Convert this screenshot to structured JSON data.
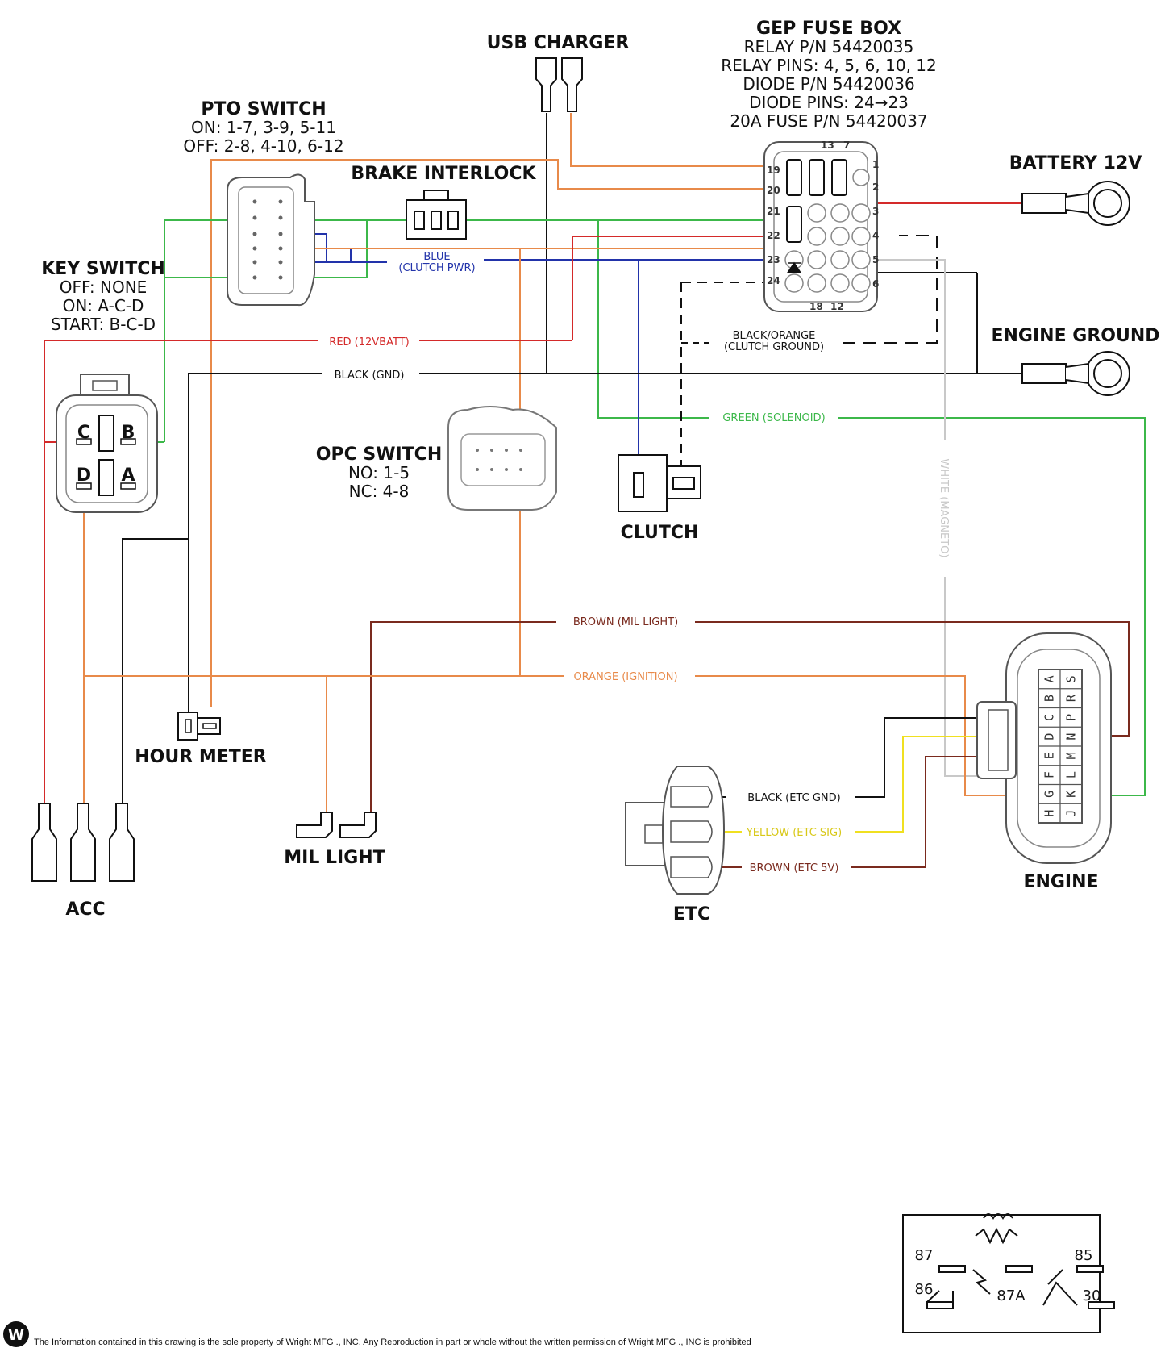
{
  "colors": {
    "red": "#d42a2a",
    "black": "#111111",
    "green": "#3cb84a",
    "blue": "#2233aa",
    "orange": "#e88a4a",
    "brown": "#7a2a1e",
    "yellow": "#f0e020",
    "white_wire": "#c8c8c8",
    "connector_stroke": "#555555"
  },
  "components": {
    "usb_charger": {
      "title": "USB CHARGER"
    },
    "fuse_box": {
      "title": "GEP FUSE BOX",
      "lines": [
        "RELAY P/N 54420035",
        "RELAY PINS: 4, 5, 6, 10, 12",
        "DIODE P/N 54420036",
        "DIODE PINS: 24→23",
        "20A FUSE P/N 54420037"
      ],
      "pin_numbers_top": [
        "13",
        "7",
        "1",
        "2",
        "3",
        "4",
        "5",
        "6"
      ],
      "pin_numbers_left": [
        "19",
        "20",
        "21",
        "22",
        "23",
        "24"
      ],
      "pin_numbers_bottom": [
        "18",
        "12"
      ]
    },
    "pto_switch": {
      "title": "PTO SWITCH",
      "lines": [
        "ON: 1-7, 3-9, 5-11",
        "OFF: 2-8, 4-10, 6-12"
      ]
    },
    "brake_interlock": {
      "title": "BRAKE INTERLOCK"
    },
    "key_switch": {
      "title": "KEY SWITCH",
      "lines": [
        "OFF: NONE",
        "ON: A-C-D",
        "START: B-C-D"
      ],
      "pins": [
        "C",
        "B",
        "D",
        "A"
      ]
    },
    "battery": {
      "title": "BATTERY 12V"
    },
    "engine_ground": {
      "title": "ENGINE GROUND"
    },
    "opc_switch": {
      "title": "OPC SWITCH",
      "lines": [
        "NO: 1-5",
        "NC: 4-8"
      ]
    },
    "clutch": {
      "title": "CLUTCH"
    },
    "hour_meter": {
      "title": "HOUR METER"
    },
    "mil_light": {
      "title": "MIL LIGHT"
    },
    "acc": {
      "title": "ACC"
    },
    "etc": {
      "title": "ETC"
    },
    "engine": {
      "title": "ENGINE",
      "pins_left": [
        "A",
        "B",
        "C",
        "D",
        "E",
        "F",
        "G",
        "H"
      ],
      "pins_right": [
        "S",
        "R",
        "P",
        "N",
        "M",
        "L",
        "K",
        "J"
      ]
    }
  },
  "wire_labels": {
    "blue": "BLUE",
    "blue2": "(CLUTCH PWR)",
    "red": "RED (12VBATT)",
    "black_gnd": "BLACK (GND)",
    "black_orange": "BLACK/ORANGE",
    "black_orange2": "(CLUTCH GROUND)",
    "green": "GREEN (SOLENOID)",
    "white": "WHITE (MAGNETO)",
    "brown_mil": "BROWN (MIL LIGHT)",
    "orange_ign": "ORANGE (IGNITION)",
    "black_etc": "BLACK (ETC GND)",
    "yellow_etc": "YELLOW (ETC SIG)",
    "brown_etc": "BROWN (ETC 5V)"
  },
  "relay_legend": {
    "pins": [
      "87",
      "85",
      "86",
      "87A",
      "30"
    ]
  },
  "footer": {
    "logo_letter": "W",
    "text": "The Information contained in this drawing is the sole property of Wright MFG ., INC. Any Reproduction in part or whole without the written permission of Wright MFG ., INC is prohibited"
  }
}
